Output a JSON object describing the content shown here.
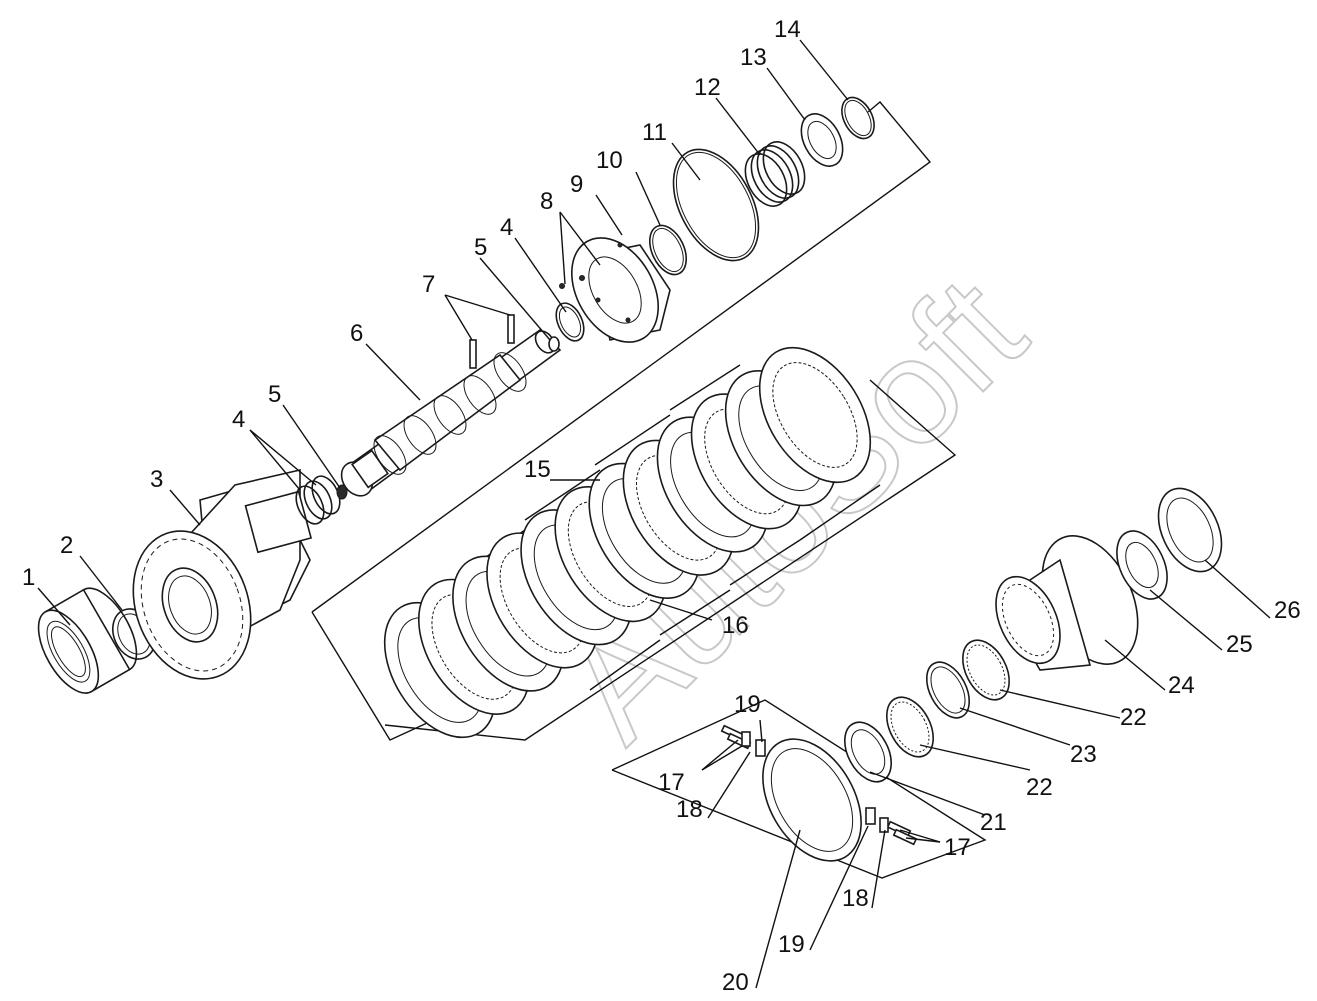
{
  "watermark": "AutoSoft",
  "callouts": [
    {
      "id": "c1",
      "text": "1"
    },
    {
      "id": "c2",
      "text": "2"
    },
    {
      "id": "c3",
      "text": "3"
    },
    {
      "id": "c4a",
      "text": "4"
    },
    {
      "id": "c4b",
      "text": "4"
    },
    {
      "id": "c5a",
      "text": "5"
    },
    {
      "id": "c5b",
      "text": "5"
    },
    {
      "id": "c6",
      "text": "6"
    },
    {
      "id": "c7",
      "text": "7"
    },
    {
      "id": "c8",
      "text": "8"
    },
    {
      "id": "c9",
      "text": "9"
    },
    {
      "id": "c10",
      "text": "10"
    },
    {
      "id": "c11",
      "text": "11"
    },
    {
      "id": "c12",
      "text": "12"
    },
    {
      "id": "c13",
      "text": "13"
    },
    {
      "id": "c14",
      "text": "14"
    },
    {
      "id": "c15",
      "text": "15"
    },
    {
      "id": "c16",
      "text": "16"
    },
    {
      "id": "c17a",
      "text": "17"
    },
    {
      "id": "c17b",
      "text": "17"
    },
    {
      "id": "c18a",
      "text": "18"
    },
    {
      "id": "c18b",
      "text": "18"
    },
    {
      "id": "c19a",
      "text": "19"
    },
    {
      "id": "c19b",
      "text": "19"
    },
    {
      "id": "c20",
      "text": "20"
    },
    {
      "id": "c21",
      "text": "21"
    },
    {
      "id": "c22a",
      "text": "22"
    },
    {
      "id": "c22b",
      "text": "22"
    },
    {
      "id": "c23",
      "text": "23"
    },
    {
      "id": "c24",
      "text": "24"
    },
    {
      "id": "c25",
      "text": "25"
    },
    {
      "id": "c26",
      "text": "26"
    }
  ]
}
